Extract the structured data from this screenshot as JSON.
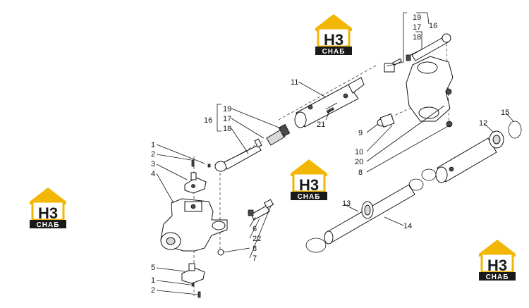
{
  "logo": {
    "top_text": "H3",
    "bottom_text": "СНАБ",
    "colors": {
      "house": "#f2b705",
      "text": "#1a1a1a",
      "band": "#1a1a1a"
    }
  },
  "callouts": {
    "n1": "1",
    "n2": "2",
    "n3": "3",
    "n4": "4",
    "n5": "5",
    "n6": "6",
    "n7": "7",
    "n8": "8",
    "n9": "9",
    "n10": "10",
    "n11": "11",
    "n12": "12",
    "n13": "13",
    "n14": "14",
    "n15": "15",
    "n16": "16",
    "n17": "17",
    "n18": "18",
    "n19": "19",
    "n20": "20",
    "n21": "21",
    "n22": "22"
  }
}
